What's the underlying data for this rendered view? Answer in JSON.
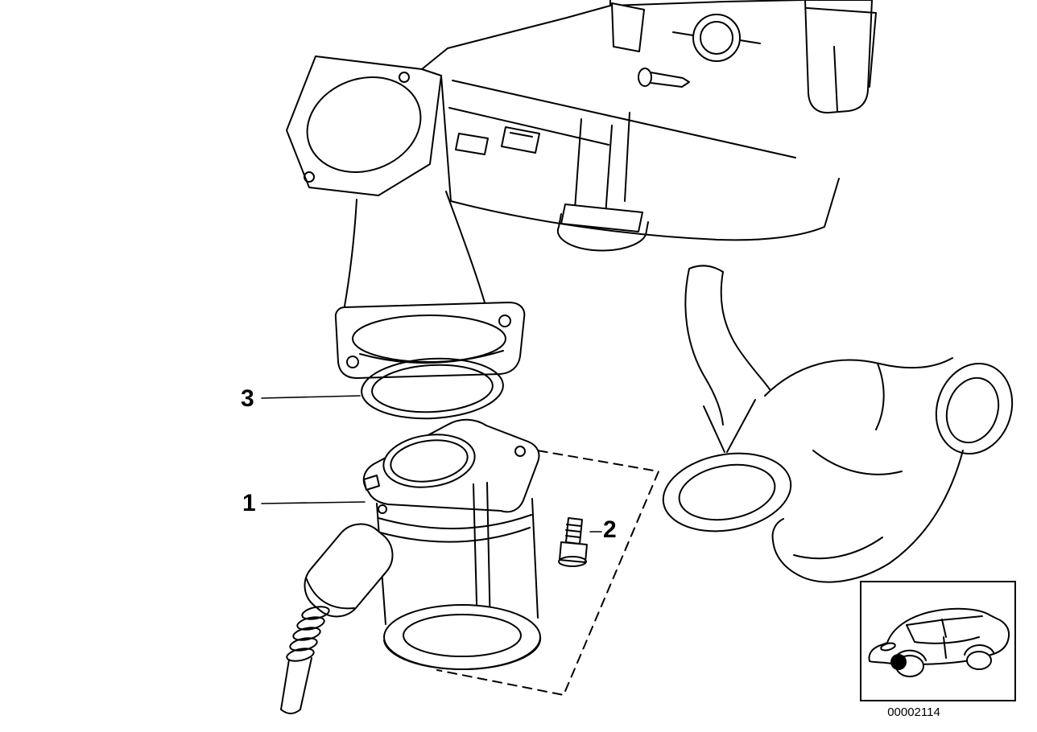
{
  "diagram": {
    "background_color": "#ffffff",
    "line_color": "#000000",
    "callouts": [
      {
        "label": "1"
      },
      {
        "label": "2"
      },
      {
        "label": "3"
      }
    ],
    "image_code": "00002114"
  }
}
